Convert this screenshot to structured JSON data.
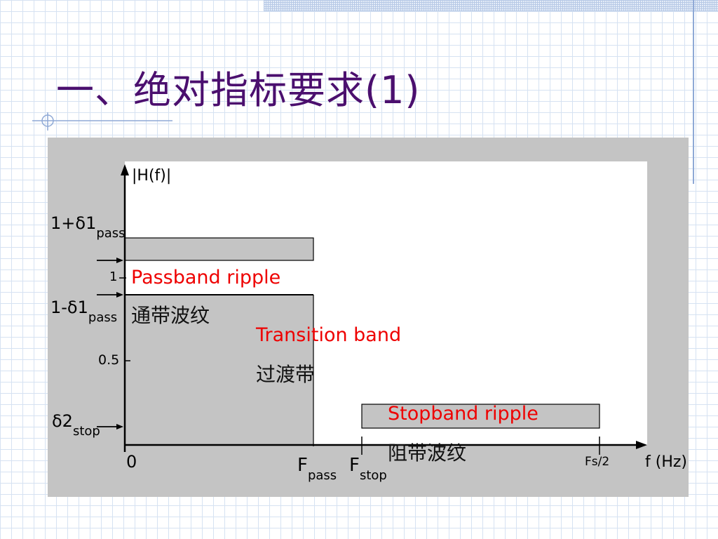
{
  "slide": {
    "title": "一、绝对指标要求(1)"
  },
  "diagram": {
    "y_axis_label": "|H(f)|",
    "x_axis_label": "f (Hz)",
    "y_ticks": {
      "upper_main": "1+δ1",
      "upper_sub": "pass",
      "one": "1",
      "lower_main": "1-δ1",
      "lower_sub": "pass",
      "half": "0.5",
      "stop_main": "δ2",
      "stop_sub": "stop"
    },
    "x_ticks": {
      "zero": "0",
      "fpass_main": "F",
      "fpass_sub": "pass",
      "fstop_main": "F",
      "fstop_sub": "stop",
      "fs2": "Fs/2"
    },
    "annotations": {
      "passband_en": "Passband ripple",
      "passband_cn": "通带波纹",
      "transition_en": "Transition band",
      "transition_cn": "过渡带",
      "stopband_en": "Stopband ripple",
      "stopband_cn": "阻带波纹"
    },
    "colors": {
      "annotation_en": "#ee0000",
      "title": "#4b0f6e"
    }
  }
}
